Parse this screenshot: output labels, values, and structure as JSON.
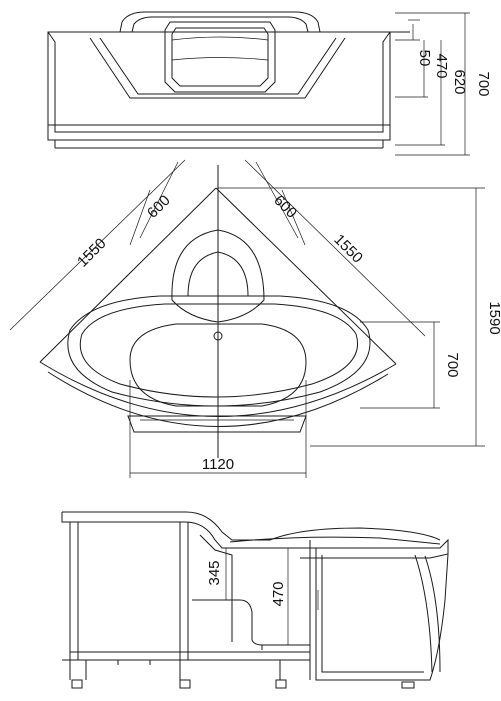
{
  "top_view": {
    "dim_total_height": "700",
    "dim_body_height": "620",
    "dim_inner_height": "470",
    "dim_rim": "50"
  },
  "plan_view": {
    "dim_side_left": "1550",
    "dim_side_right": "1550",
    "dim_seat_left": "600",
    "dim_seat_right": "600",
    "dim_depth": "1590",
    "dim_basin_depth": "700",
    "dim_basin_width": "1120"
  },
  "side_view": {
    "dim_step_height": "345",
    "dim_inner_height": "470"
  }
}
